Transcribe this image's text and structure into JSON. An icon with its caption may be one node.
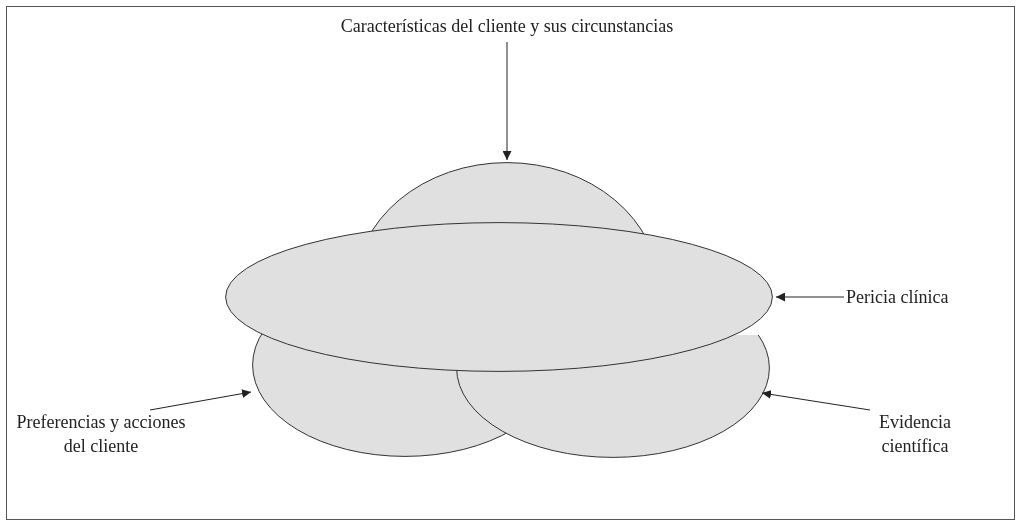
{
  "diagram": {
    "nodes": [
      {
        "text": [
          "Características del cliente y sus circunstancias"
        ]
      },
      {
        "text": [],
        "shape": "circle"
      },
      {
        "text": [],
        "shape": "circle"
      },
      {
        "text": [
          "Pericia clínica"
        ]
      },
      {
        "text": [],
        "shape": "circle"
      },
      {
        "text": [],
        "shape": "circle"
      },
      {
        "text": [
          "Preferencias y acciones del cliente"
        ]
      },
      {
        "text": [
          "Evidencia científica"
        ]
      }
    ],
    "edges": [
      {
        "from": 0,
        "to": 1,
        "arrow": "to"
      },
      {
        "from": 3,
        "to": 2,
        "arrow": "to"
      },
      {
        "from": 6,
        "to": 4,
        "arrow": "to"
      },
      {
        "from": 7,
        "to": 5,
        "arrow": "to"
      }
    ]
  }
}
